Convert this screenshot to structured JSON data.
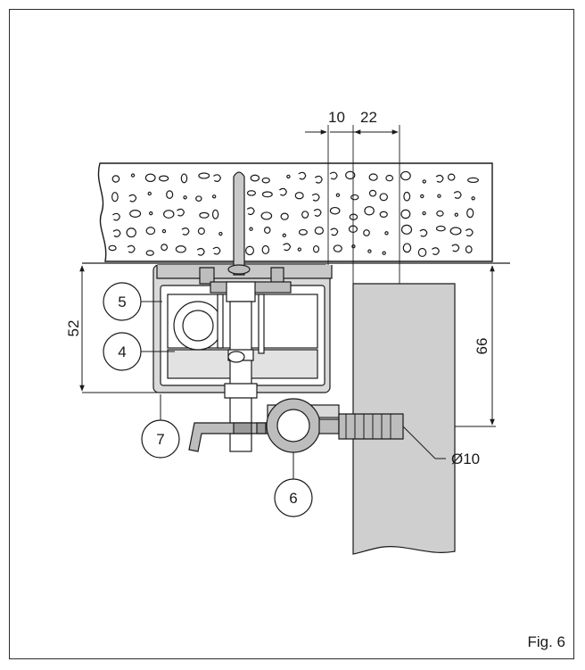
{
  "figure": {
    "caption": "Fig. 6"
  },
  "dimensions": {
    "offset_a": "10",
    "offset_b": "22",
    "height_left": "52",
    "height_right": "66",
    "diameter": "Ø10"
  },
  "callouts": {
    "c4": "4",
    "c5": "5",
    "c6": "6",
    "c7": "7"
  }
}
